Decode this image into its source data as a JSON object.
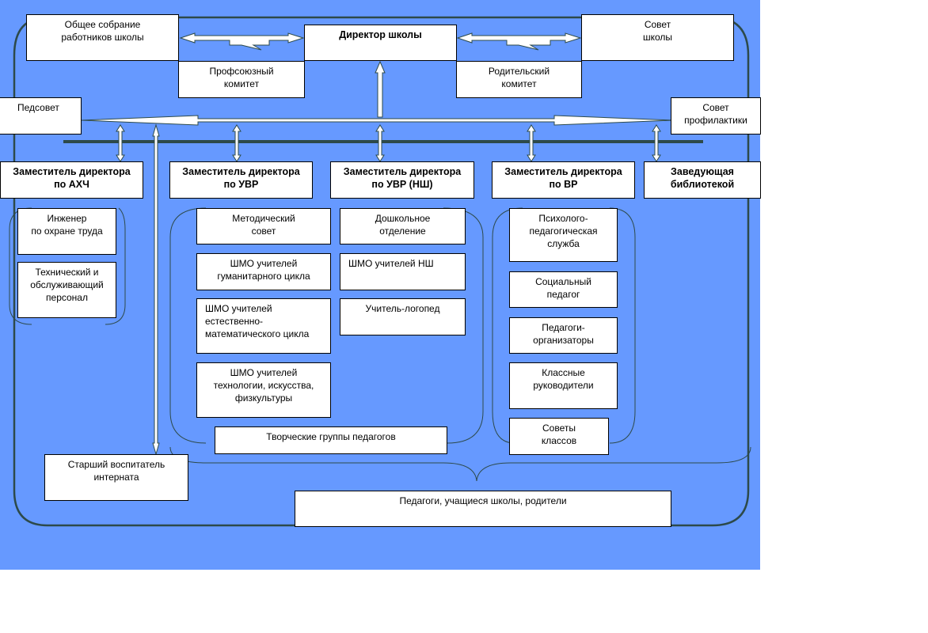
{
  "boxes": {
    "general_meeting": "Общее собрание\nработников школы",
    "director": "Директор школы",
    "school_council": "Совет\nшколы",
    "trade_union": "Профсоюзный\nкомитет",
    "parent_committee": "Родительский\nкомитет",
    "pedsovet": "Педсовет",
    "prevention_council": "Совет\nпрофилактики",
    "deputy_ahch": "Заместитель директора\nпо АХЧ",
    "deputy_uvr": "Заместитель директора\nпо УВР",
    "deputy_uvr_ns": "Заместитель директора\nпо УВР (НШ)",
    "deputy_vr": "Заместитель директора\nпо  ВР",
    "librarian": "Заведующая\nбиблиотекой",
    "engineer": "Инженер\nпо охране труда",
    "tech_staff": "Технический и\nобслуживающий\nперсонал",
    "method_council": "Методический\nсовет",
    "shmo_humanities": "ШМО учителей\nгуманитарного цикла",
    "shmo_science": "ШМО          учителей\nестественно-\nматематического цикла",
    "shmo_tech": "ШМО учителей\nтехнологии, искусства,\nфизкультуры",
    "creative_groups": "Творческие группы педагогов",
    "preschool": "Дошкольное\nотделение",
    "shmo_primary": "ШМО учителей НШ",
    "speech_therapist": "Учитель-логопед",
    "psych_service": "Психолого-\nпедагогическая\nслужба",
    "social_teacher": "Социальный\nпедагог",
    "organizers": "Педагоги-\nорганизаторы",
    "class_teachers": "Классные\nруководители",
    "class_councils": "Советы\nклассов",
    "boarding_educator": "Старший воспитатель\nинтерната",
    "stakeholders": "Педагоги, учащиеся школы, родители"
  }
}
